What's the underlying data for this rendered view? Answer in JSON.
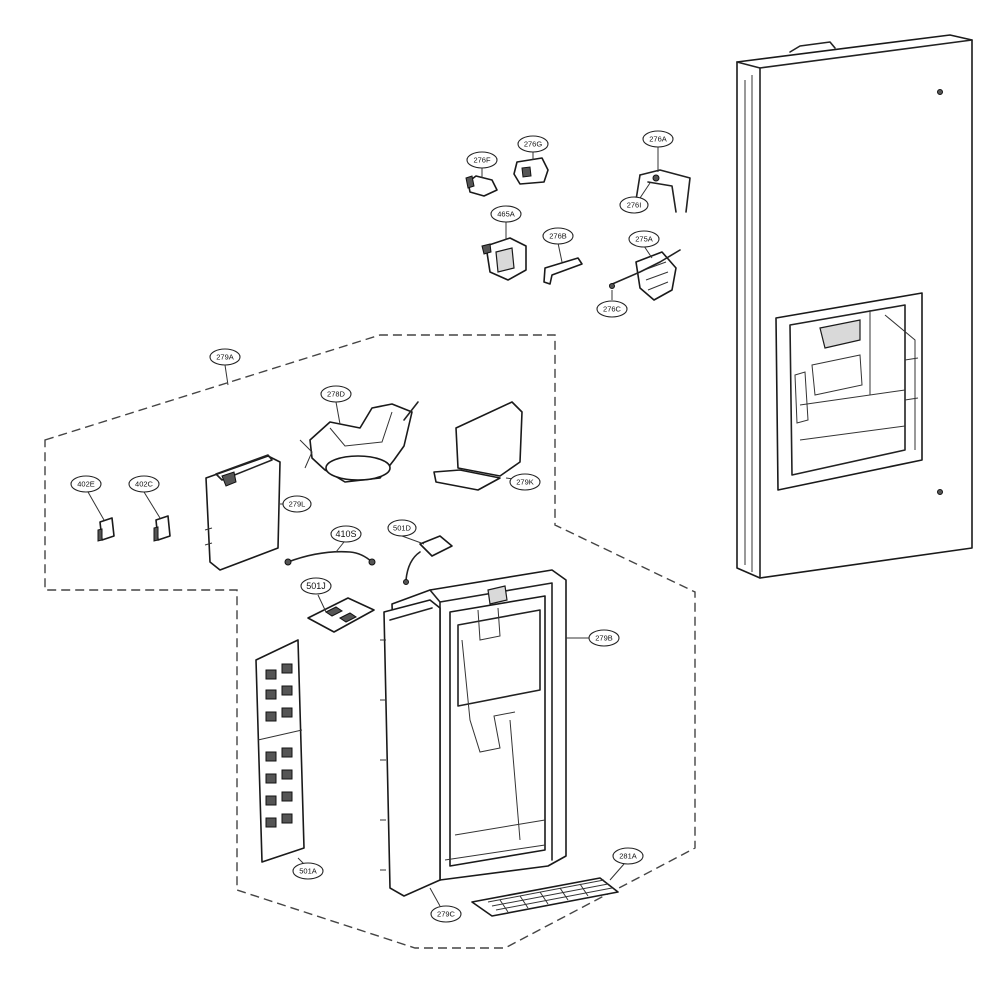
{
  "callouts": {
    "c279A": "279A",
    "c276F": "276F",
    "c276G": "276G",
    "c276A": "276A",
    "c276I": "276I",
    "c465A": "465A",
    "c276B": "276B",
    "c275A": "275A",
    "c276C": "276C",
    "c278D": "278D",
    "c279K": "279K",
    "c402E": "402E",
    "c402C": "402C",
    "c279L": "279L",
    "c410S": "410S",
    "c501D": "501D",
    "c501J": "501J",
    "c279B": "279B",
    "c501A": "501A",
    "c279C": "279C",
    "c281A": "281A"
  },
  "icons": {
    "door": "refrigerator-door-panel",
    "housing": "dispenser-housing",
    "control": "control-panel-board"
  }
}
